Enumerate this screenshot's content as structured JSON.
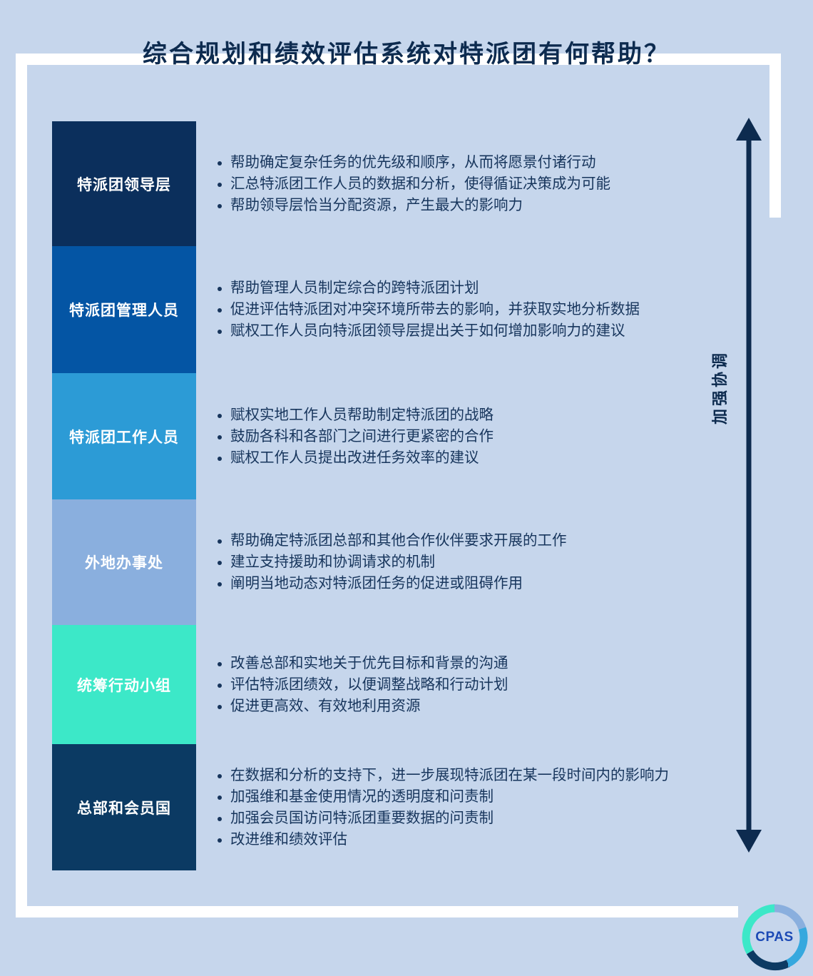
{
  "page": {
    "title": "综合规划和绩效评估系统对特派团有何帮助？",
    "background_color": "#c6d6ec",
    "frame_color": "#ffffff",
    "text_color": "#17355c"
  },
  "arrow": {
    "label": "加强协调",
    "color": "#0d2b4f",
    "direction": "double-headed-vertical"
  },
  "logo": {
    "text": "CPAS",
    "text_color": "#1b49b5",
    "arc_colors": [
      "#3ce8c8",
      "#8aafde",
      "#36a8de",
      "#0d3a63"
    ]
  },
  "rows": [
    {
      "label": "特派团领导层",
      "color": "#0b2f5c",
      "bullets": [
        "帮助确定复杂任务的优先级和顺序，从而将愿景付诸行动",
        "汇总特派团工作人员的数据和分析，使得循证决策成为可能",
        "帮助领导层恰当分配资源，产生最大的影响力"
      ]
    },
    {
      "label": "特派团管理人员",
      "color": "#0455a4",
      "bullets": [
        "帮助管理人员制定综合的跨特派团计划",
        "促进评估特派团对冲突环境所带去的影响，并获取实地分析数据",
        "赋权工作人员向特派团领导层提出关于如何增加影响力的建议"
      ]
    },
    {
      "label": "特派团工作人员",
      "color": "#2c9bd6",
      "bullets": [
        "赋权实地工作人员帮助制定特派团的战略",
        "鼓励各科和各部门之间进行更紧密的合作",
        "赋权工作人员提出改进任务效率的建议"
      ]
    },
    {
      "label": "外地办事处",
      "color": "#8aafde",
      "bullets": [
        "帮助确定特派团总部和其他合作伙伴要求开展的工作",
        "建立支持援助和协调请求的机制",
        "阐明当地动态对特派团任务的促进或阻碍作用"
      ]
    },
    {
      "label": "统筹行动小组",
      "color": "#3ce8c8",
      "bullets": [
        "改善总部和实地关于优先目标和背景的沟通",
        "评估特派团绩效，以便调整战略和行动计划",
        "促进更高效、有效地利用资源"
      ]
    },
    {
      "label": "总部和会员国",
      "color": "#0b3a63",
      "bullets": [
        "在数据和分析的支持下，进一步展现特派团在某一段时间内的影响力",
        "加强维和基金使用情况的透明度和问责制",
        "加强会员国访问特派团重要数据的问责制",
        "改进维和绩效评估"
      ]
    }
  ]
}
